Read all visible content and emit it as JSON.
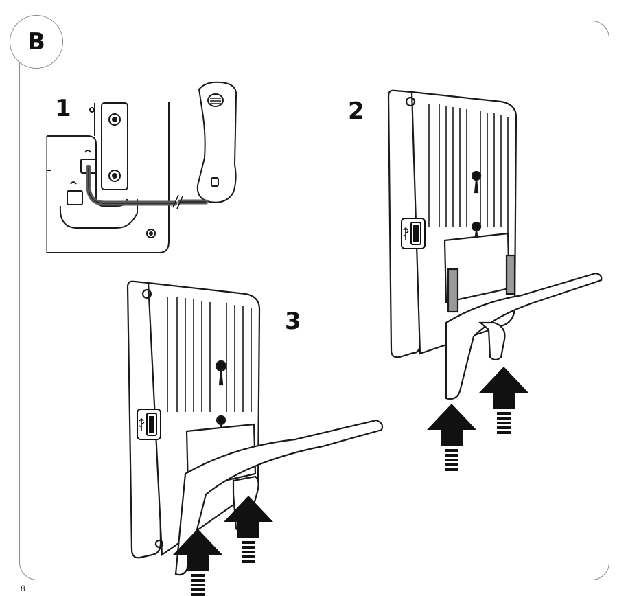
{
  "section_label": "B",
  "steps": [
    {
      "number": "1"
    },
    {
      "number": "2"
    },
    {
      "number": "3"
    }
  ],
  "page_number": "8",
  "colors": {
    "line": "#1a1a1a",
    "frame": "#8a8a8a",
    "cable": "#5a5a5a",
    "metal": "#9a9a9a"
  },
  "icons": [
    "usb-icon",
    "speaker-grille-icon",
    "phone-jack-icon",
    "up-arrow-icon"
  ]
}
